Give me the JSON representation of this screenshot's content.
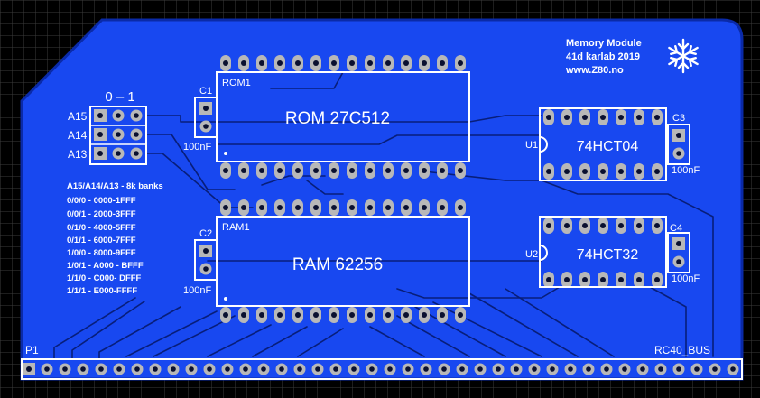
{
  "header": {
    "line1": "Memory Module",
    "line2": "41d karlab 2019",
    "line3": "www.Z80.no",
    "logo_icon": "snowflake-icon"
  },
  "jumpers": {
    "header_label": "0 – 1",
    "rows": [
      "A15",
      "A14",
      "A13"
    ]
  },
  "bank_table": {
    "title": "A15/A14/A13 - 8k banks",
    "rows": [
      "0/0/0 - 0000-1FFF",
      "0/0/1 - 2000-3FFF",
      "0/1/0 - 4000-5FFF",
      "0/1/1 - 6000-7FFF",
      "1/0/0 - 8000-9FFF",
      "1/0/1 - A000 - BFFF",
      "1/1/0 - C000- DFFF",
      "1/1/1 - E000-FFFF"
    ]
  },
  "components": {
    "rom": {
      "ref": "ROM1",
      "value": "ROM 27C512"
    },
    "ram": {
      "ref": "RAM1",
      "value": "RAM 62256"
    },
    "u1": {
      "ref": "U1",
      "value": "74HCT04"
    },
    "u2": {
      "ref": "U2",
      "value": "74HCT32"
    },
    "c1": {
      "ref": "C1",
      "value": "100nF"
    },
    "c2": {
      "ref": "C2",
      "value": "100nF"
    },
    "c3": {
      "ref": "C3",
      "value": "100nF"
    },
    "c4": {
      "ref": "C4",
      "value": "100nF"
    }
  },
  "connector": {
    "ref": "P1",
    "name": "RC40_BUS"
  },
  "colors": {
    "background": "#000000",
    "grid": "#3c3c3c",
    "board": "#0a2aa8",
    "copper": "#1848f0",
    "trace": "#081e7a",
    "pad": "#b8b8b8",
    "silkscreen": "#ffffff"
  }
}
